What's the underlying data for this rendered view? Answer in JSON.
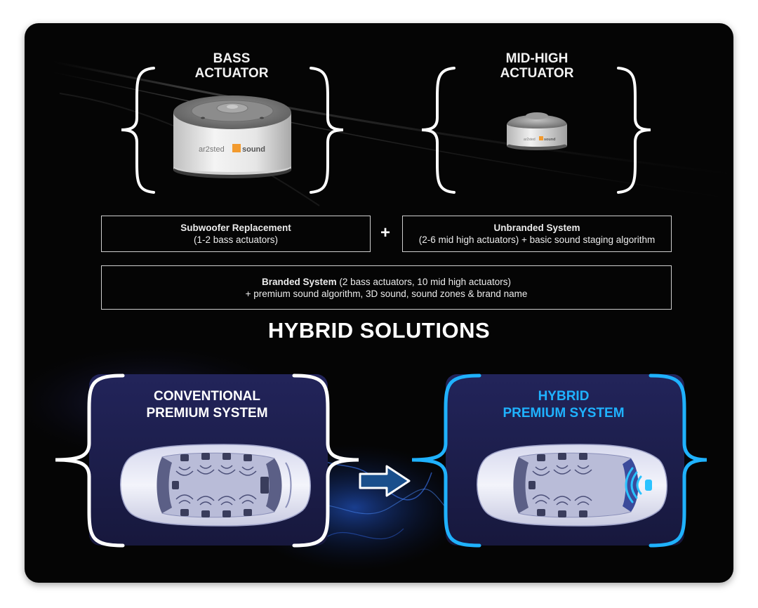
{
  "actuators": {
    "bass": {
      "title": "BASS\nACTUATOR",
      "device_brand_left": "ar2sted",
      "device_brand_right": "sound"
    },
    "mid_high": {
      "title": "MID-HIGH\nACTUATOR",
      "device_brand_left": "ar2sted",
      "device_brand_right": "sound"
    }
  },
  "systems": {
    "subwoofer": {
      "name": "Subwoofer Replacement",
      "detail": "(1-2 bass actuators)"
    },
    "plus_sign": "+",
    "unbranded": {
      "name": "Unbranded System",
      "detail": "(2-6 mid high actuators) + basic sound staging algorithm"
    },
    "branded": {
      "name": "Branded System",
      "name_suffix": " (2 bass actuators, 10 mid high actuators)",
      "detail": "+ premium sound algorithm, 3D sound, sound zones & brand name"
    }
  },
  "hybrid_section": {
    "title": "HYBRID SOLUTIONS",
    "conventional": {
      "title": "CONVENTIONAL\nPREMIUM SYSTEM"
    },
    "hybrid": {
      "title": "HYBRID\nPREMIUM SYSTEM"
    }
  },
  "colors": {
    "frame_bg": "#050505",
    "white": "#ffffff",
    "accent_blue": "#1fb2ff",
    "panel_navy": "#1d1f4a",
    "arrow_blue": "#1a4f8c"
  },
  "icons": {
    "arrow": "right-arrow-icon",
    "car": "car-top-view-icon",
    "sound_waves": "sound-waves-icon"
  }
}
